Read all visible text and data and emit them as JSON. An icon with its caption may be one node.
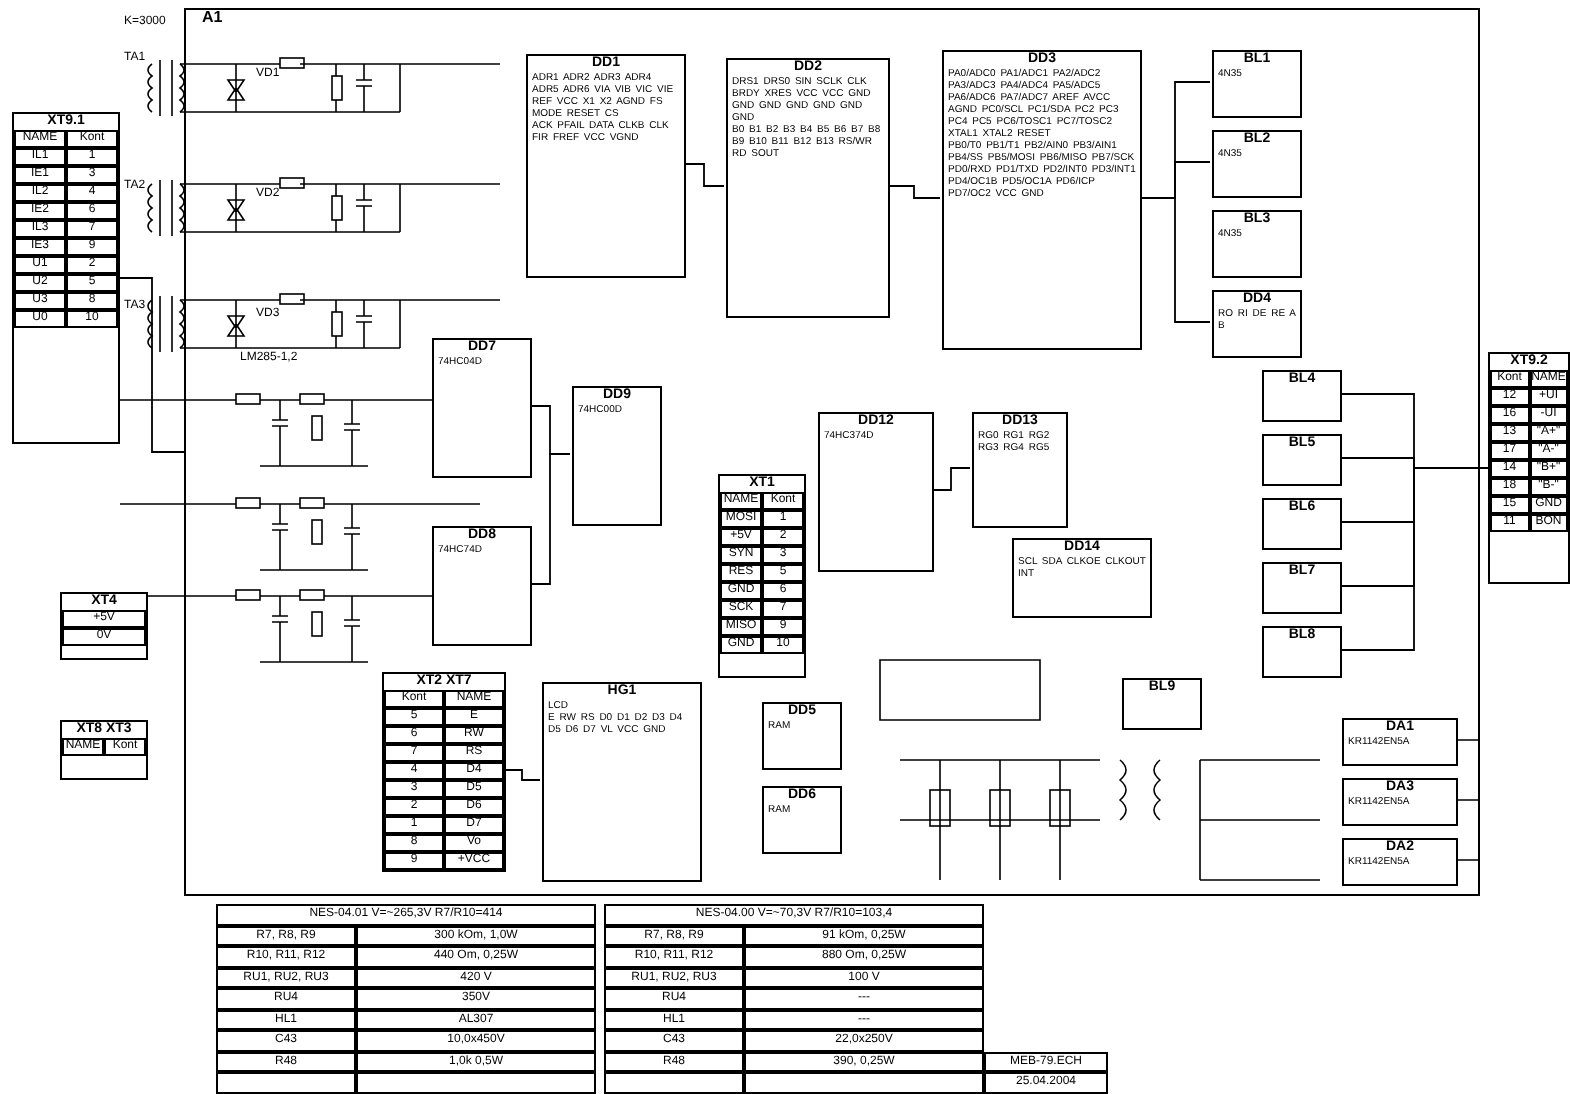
{
  "diagram": {
    "nodes": [
      {
        "text": [
          "A1"
        ]
      },
      {
        "text": [
          "XT9.1",
          "NAME",
          "Kont",
          "IL1",
          "1",
          "IE1",
          "3",
          "IL2",
          "4",
          "IE2",
          "6",
          "IL3",
          "7",
          "IE3",
          "9",
          "U1",
          "2",
          "U2",
          "5",
          "U3",
          "8",
          "U0",
          "10"
        ]
      },
      {
        "text": [
          "DD1",
          "ADR1 ADR2 ADR3 ADR4 ADR5 ADR6 VIA VIB VIC VIE REF VCC X1 X2 AGND FS MODE RESET CS",
          "ACK PFAIL DATA CLKB CLK FIR FREF VCC VGND"
        ],
        "in": 0
      },
      {
        "text": [
          "DD2",
          "DRS1 DRS0 SIN SCLK CLK BRDY XRES VCC VCC GND GND GND GND GND GND GND",
          "B0 B1 B2 B3 B4 B5 B6 B7 B8 B9 B10 B11 B12 B13 RS/WR RD SOUT"
        ],
        "in": 0
      },
      {
        "text": [
          "DD3",
          "PA0/ADC0 PA1/ADC1 PA2/ADC2 PA3/ADC3 PA4/ADC4 PA5/ADC5 PA6/ADC6 PA7/ADC7 AREF AVCC AGND PC0/SCL PC1/SDA PC2 PC3 PC4 PC5 PC6/TOSC1 PC7/TOSC2 XTAL1 XTAL2 RESET",
          "PB0/T0 PB1/T1 PB2/AIN0 PB3/AIN1 PB4/SS PB5/MOSI PB6/MISO PB7/SCK PD0/RXD PD1/TXD PD2/INT0 PD3/INT1 PD4/OC1B PD5/OC1A PD6/ICP PD7/OC2 VCC GND"
        ],
        "in": 0
      },
      {
        "text": [
          "DD7",
          "74HC04D"
        ],
        "in": 0
      },
      {
        "text": [
          "DD9",
          "74HC00D"
        ],
        "in": 0
      },
      {
        "text": [
          "DD8",
          "74HC74D"
        ],
        "in": 0
      },
      {
        "text": [
          "DD12",
          "74HC374D"
        ],
        "in": 0
      },
      {
        "text": [
          "DD13",
          "RG0 RG1 RG2 RG3 RG4 RG5"
        ],
        "in": 0
      },
      {
        "text": [
          "DD14",
          "SCL SDA CLKOE CLKOUT INT"
        ],
        "in": 0
      },
      {
        "text": [
          "XT1",
          "NAME",
          "Kont",
          "MOSI",
          "1",
          "+5V",
          "2",
          "SYN",
          "3",
          "RES",
          "5",
          "GND",
          "6",
          "SCK",
          "7",
          "MISO",
          "9",
          "GND",
          "10"
        ],
        "in": 0
      },
      {
        "text": [
          "DD5",
          "RAM"
        ],
        "in": 0
      },
      {
        "text": [
          "DD6",
          "RAM"
        ],
        "in": 0
      },
      {
        "text": [
          "XT2 XT7",
          "Kont",
          "NAME",
          "5",
          "E",
          "6",
          "RW",
          "7",
          "RS",
          "4",
          "D4",
          "3",
          "D5",
          "2",
          "D6",
          "1",
          "D7",
          "8",
          "Vo",
          "9",
          "+VCC"
        ],
        "in": 0
      },
      {
        "text": [
          "HG1",
          "LCD",
          "E RW RS D0 D1 D2 D3 D4 D5 D6 D7 VL VCC GND"
        ],
        "in": 0
      },
      {
        "text": [
          "BL1",
          "4N35"
        ],
        "in": 0
      },
      {
        "text": [
          "BL2",
          "4N35"
        ],
        "in": 0
      },
      {
        "text": [
          "BL3",
          "4N35"
        ],
        "in": 0
      },
      {
        "text": [
          "DD4",
          "RO RI DE RE A B"
        ],
        "in": 0
      },
      {
        "text": [
          "BL4"
        ],
        "in": 0
      },
      {
        "text": [
          "BL5"
        ],
        "in": 0
      },
      {
        "text": [
          "BL6"
        ],
        "in": 0
      },
      {
        "text": [
          "BL7"
        ],
        "in": 0
      },
      {
        "text": [
          "BL8"
        ],
        "in": 0
      },
      {
        "text": [
          "BL9"
        ],
        "in": 0
      },
      {
        "text": [
          "DA1",
          "KR1142EN5A"
        ],
        "in": 0
      },
      {
        "text": [
          "DA3",
          "KR1142EN5A"
        ],
        "in": 0
      },
      {
        "text": [
          "DA2",
          "KR1142EN5A"
        ],
        "in": 0
      },
      {
        "text": [
          "XT9.2",
          "Kont",
          "NAME",
          "12",
          "+UI",
          "16",
          "-UI",
          "13",
          "\"A+\"",
          "17",
          "\"A-\"",
          "14",
          "\"B+\"",
          "18",
          "\"B-\"",
          "15",
          "GND",
          "11",
          "BON"
        ]
      },
      {
        "text": [
          "XT4",
          "+5V",
          "0V"
        ]
      },
      {
        "text": [
          "XT8 XT3",
          "NAME",
          "Kont"
        ]
      }
    ],
    "edges": [
      {
        "from": 1,
        "to": 0,
        "arrow": "none"
      },
      {
        "from": 2,
        "to": 3,
        "arrow": "none"
      },
      {
        "from": 3,
        "to": 4,
        "arrow": "none"
      },
      {
        "from": 4,
        "to": 16,
        "arrow": "none"
      },
      {
        "from": 4,
        "to": 17,
        "arrow": "none"
      },
      {
        "from": 4,
        "to": 19,
        "arrow": "none"
      },
      {
        "from": 5,
        "to": 6,
        "arrow": "none"
      },
      {
        "from": 7,
        "to": 6,
        "arrow": "none"
      },
      {
        "from": 8,
        "to": 9,
        "arrow": "none"
      },
      {
        "from": 14,
        "to": 15,
        "arrow": "none"
      },
      {
        "from": 20,
        "to": 29,
        "arrow": "none"
      },
      {
        "from": 21,
        "to": 29,
        "arrow": "none"
      },
      {
        "from": 22,
        "to": 29,
        "arrow": "none"
      },
      {
        "from": 23,
        "to": 29,
        "arrow": "none"
      },
      {
        "from": 24,
        "to": 29,
        "arrow": "none"
      }
    ],
    "labels": [
      "K=3000",
      "TA1",
      "TA2",
      "TA3",
      "VD1",
      "VD2",
      "VD3",
      "LM285-1,2",
      "NES-04.01  V=~265,3V  R7/R10=414",
      "R7, R8, R9",
      "300 kOm, 1,0W",
      "R10, R11, R12",
      "440 Om, 0,25W",
      "RU1, RU2, RU3",
      "420 V",
      "RU4",
      "350V",
      "HL1",
      "AL307",
      "C43",
      "10,0x450V",
      "R48",
      "1,0k 0,5W",
      "NES-04.00  V=~70,3V  R7/R10=103,4",
      "R7, R8, R9",
      "91 kOm, 0,25W",
      "R10, R11, R12",
      "880 Om, 0,25W",
      "RU1, RU2, RU3",
      "100 V",
      "RU4",
      "---",
      "HL1",
      "---",
      "C43",
      "22,0x250V",
      "R48",
      "390, 0,25W",
      "MEB-79.ECH",
      "25.04.2004"
    ]
  }
}
